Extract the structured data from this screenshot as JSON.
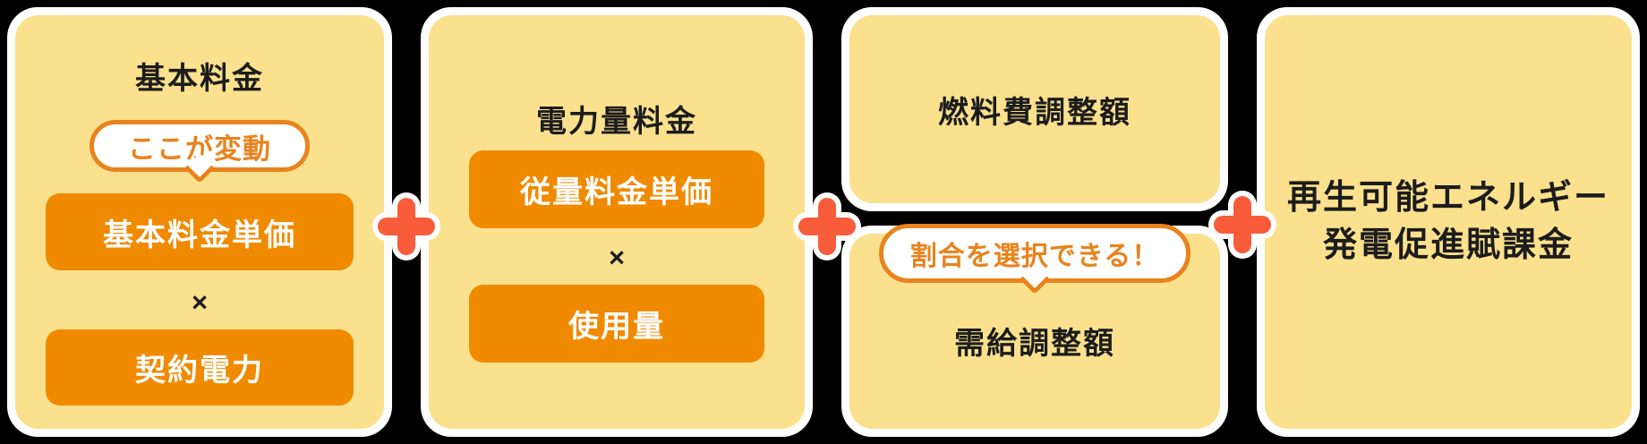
{
  "colors": {
    "bg": "#000000",
    "card-yellow": "#FBE18D",
    "card-border": "#FFFFFF",
    "box-orange": "#F08A00",
    "callout-orange": "#E8831D",
    "plus-orange": "#F85C3B",
    "text-dark": "#1C1C1C",
    "text-white": "#FFFFFF"
  },
  "formula": {
    "operator_add": "+",
    "operator_multiply": "×"
  },
  "columns": [
    {
      "title": "基本料金",
      "callout": "ここが変動",
      "factor1": "基本料金単価",
      "factor2": "契約電力"
    },
    {
      "title": "電力量料金",
      "factor1": "従量料金単価",
      "factor2": "使用量"
    },
    {
      "title": "燃料費調整額",
      "callout": "割合を選択できる！",
      "subtitle": "需給調整額"
    },
    {
      "title_line1": "再生可能エネルギー",
      "title_line2": "発電促進賦課金"
    }
  ]
}
